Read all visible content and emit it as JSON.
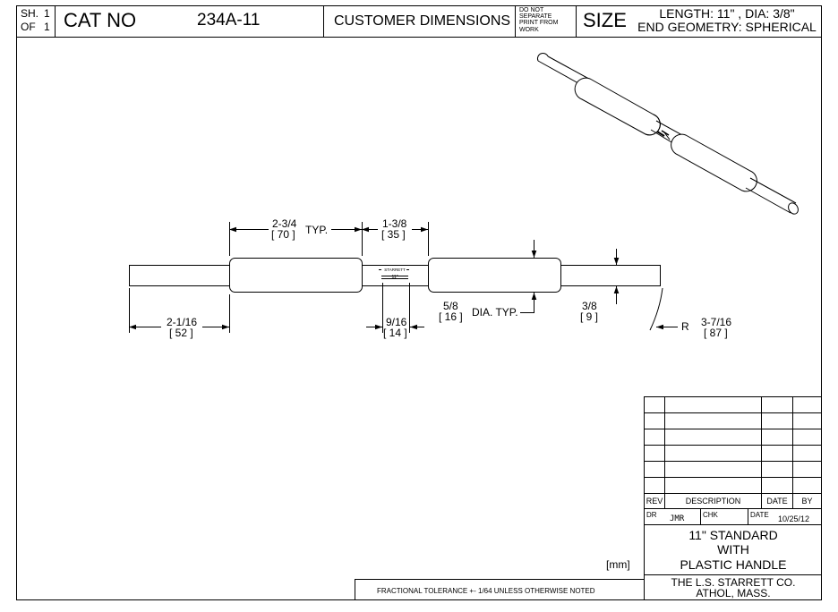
{
  "header": {
    "sheet_label": "SH.",
    "sheet_num": "1",
    "of_label": "OF",
    "of_num": "1",
    "cat_label": "CAT NO",
    "cat_number": "234A-11",
    "customer_dimensions": "CUSTOMER DIMENSIONS",
    "do_not_separate_line1": "DO NOT",
    "do_not_separate_line2": "SEPARATE",
    "do_not_separate_line3": "PRINT FROM",
    "do_not_separate_line4": "WORK",
    "size_label": "SIZE",
    "size_line1": "LENGTH: 11\" , DIA: 3/8\"",
    "size_line2": "END GEOMETRY: SPHERICAL"
  },
  "dimensions": {
    "handle_length": "2-3/4",
    "handle_length_mm": "[ 70 ]",
    "typ": "TYP.",
    "gap_length": "1-3/8",
    "gap_length_mm": "[ 35 ]",
    "end_length": "2-1/16",
    "end_length_mm": "[ 52 ]",
    "label_width": "9/16",
    "label_width_mm": "[ 14 ]",
    "handle_dia": "5/8",
    "handle_dia_mm": "[ 16 ]",
    "handle_dia_note": "DIA. TYP.",
    "rod_dia": "3/8",
    "rod_dia_mm": "[ 9 ]",
    "radius_prefix": "R",
    "radius": "3-7/16",
    "radius_mm": "[ 87 ]"
  },
  "engraving": {
    "brand": "STARRETT",
    "size": "11\""
  },
  "notes": {
    "units": "[mm]",
    "tolerance": "FRACTIONAL TOLERANCE  +- 1/64 UNLESS OTHERWISE NOTED"
  },
  "title_block": {
    "rev_label": "REV",
    "description_label": "DESCRIPTION",
    "date_label": "DATE",
    "by_label": "BY",
    "dr_label": "DR",
    "dr_value": "JMR",
    "chk_label": "CHK",
    "chk_value": "",
    "date2_label": "DATE",
    "date2_value": "10/25/12",
    "title_line1": "11\" STANDARD",
    "title_line2": "WITH",
    "title_line3": "PLASTIC HANDLE",
    "company_line1": "THE L.S. STARRETT CO.",
    "company_line2": "ATHOL, MASS."
  },
  "colors": {
    "line": "#000000",
    "paper": "#ffffff",
    "fill": "#ffffff"
  }
}
